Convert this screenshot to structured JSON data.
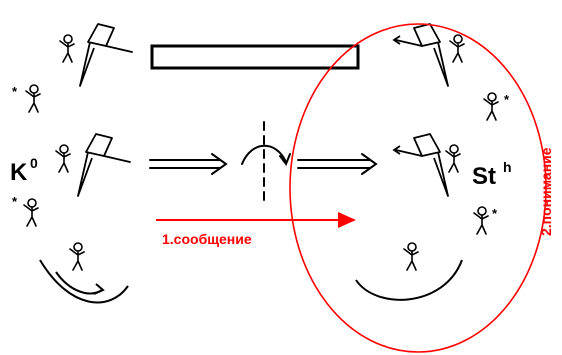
{
  "labels": {
    "k_base": "K",
    "k_sup": "0",
    "st_base": "St",
    "st_sup": "h",
    "star": "*"
  },
  "annotations": {
    "message": "1.сообщение",
    "understanding": "2.понимание"
  },
  "colors": {
    "ink": "#000000",
    "accent": "#ff0000",
    "background": "#ffffff"
  },
  "icons": {
    "figure": "stick-figure",
    "speech": "speech-balloon"
  }
}
